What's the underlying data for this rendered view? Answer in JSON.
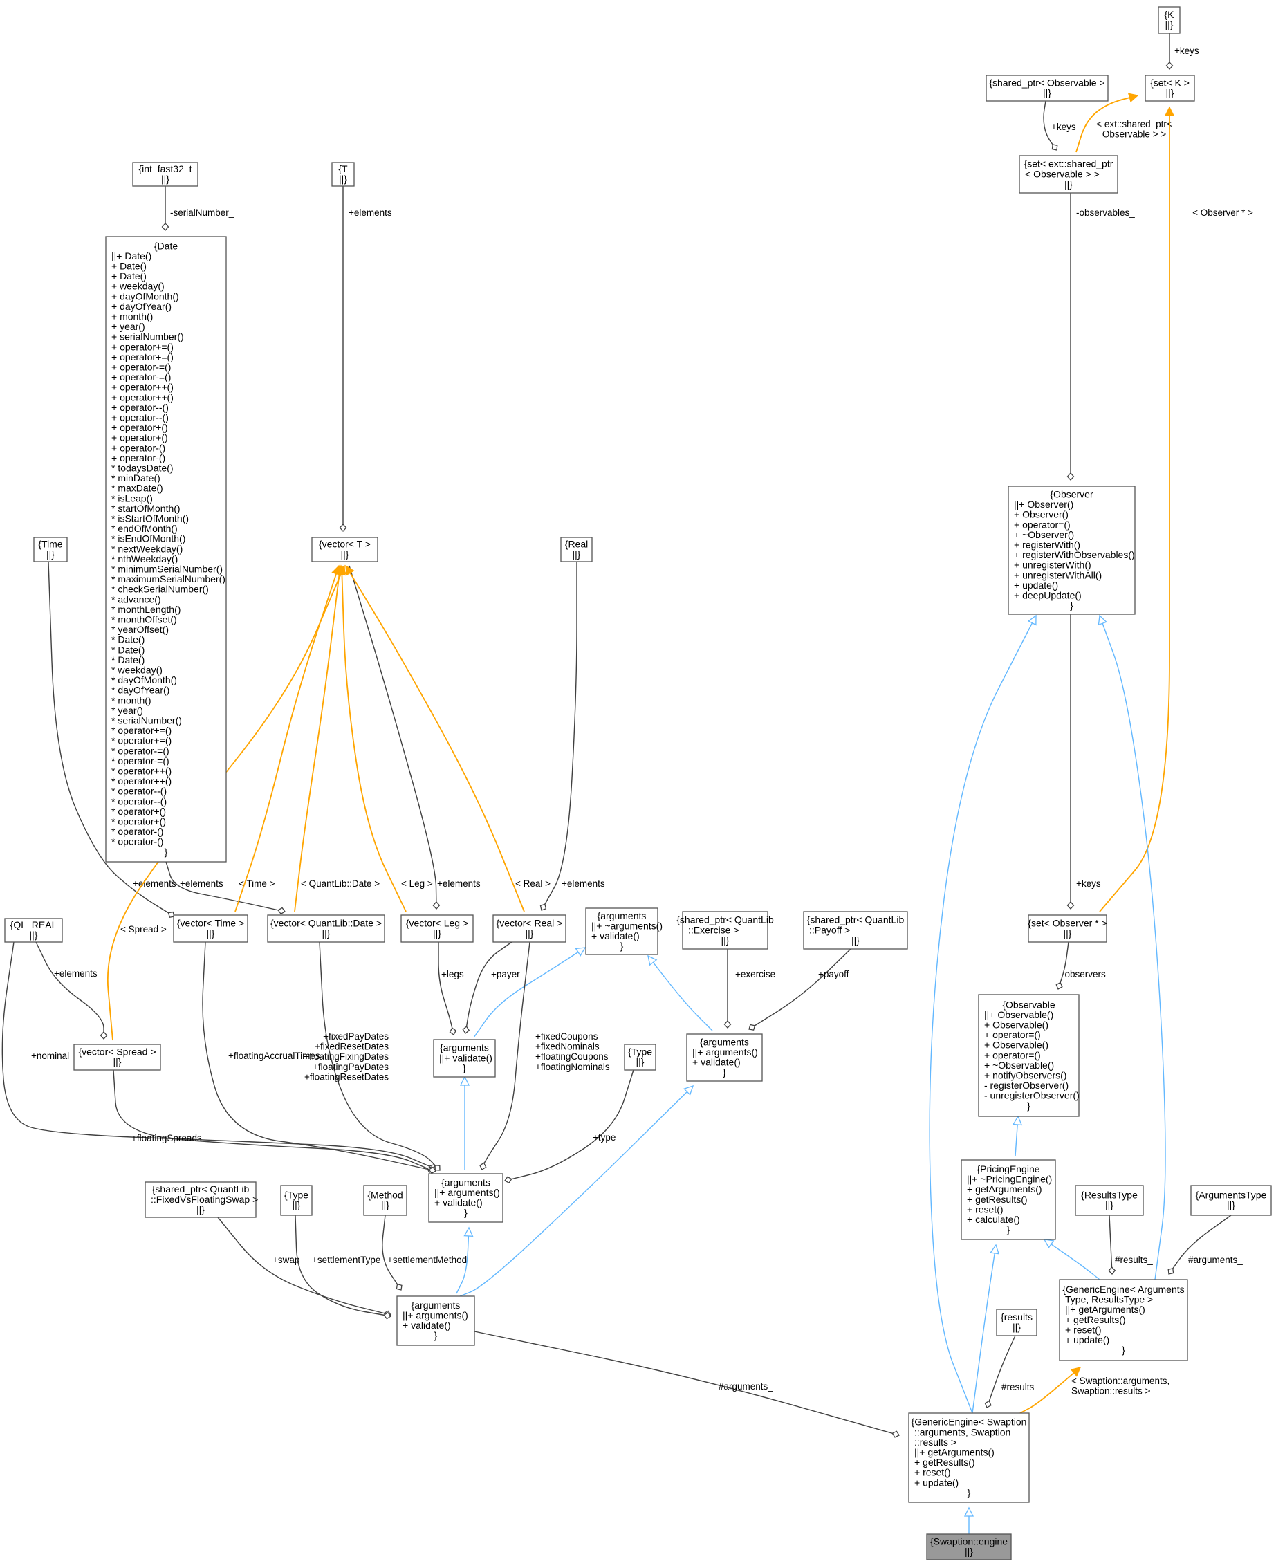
{
  "nodes": [
    {
      "id": "K",
      "lines": [
        "{K",
        "||}"
      ],
      "hl": false
    },
    {
      "id": "setK",
      "lines": [
        "{set< K >",
        "||}"
      ],
      "hl": false
    },
    {
      "id": "spObs",
      "lines": [
        "{shared_ptr< Observable >",
        "||}"
      ],
      "hl": false
    },
    {
      "id": "setExt",
      "lines": [
        "{set< ext::shared_ptr",
        "< Observable > >",
        "||}"
      ],
      "hl": false
    },
    {
      "id": "int32",
      "lines": [
        "{int_fast32_t",
        "||}"
      ],
      "hl": false
    },
    {
      "id": "T",
      "lines": [
        "{T",
        "||}"
      ],
      "hl": false
    },
    {
      "id": "Date",
      "lines": [
        "{Date",
        "||+ Date()",
        "+ Date()",
        "+ Date()",
        "+ weekday()",
        "+ dayOfMonth()",
        "+ dayOfYear()",
        "+ month()",
        "+ year()",
        "+ serialNumber()",
        "+ operator+=()",
        "+ operator+=()",
        "+ operator-=()",
        "+ operator-=()",
        "+ operator++()",
        "+ operator++()",
        "+ operator--()",
        "+ operator--()",
        "+ operator+()",
        "+ operator+()",
        "+ operator-()",
        "+ operator-()",
        "* todaysDate()",
        "* minDate()",
        "* maxDate()",
        "* isLeap()",
        "* startOfMonth()",
        "* isStartOfMonth()",
        "* endOfMonth()",
        "* isEndOfMonth()",
        "* nextWeekday()",
        "* nthWeekday()",
        "* minimumSerialNumber()",
        "* maximumSerialNumber()",
        "* checkSerialNumber()",
        "* advance()",
        "* monthLength()",
        "* monthOffset()",
        "* yearOffset()",
        "* Date()",
        "* Date()",
        "* Date()",
        "* weekday()",
        "* dayOfMonth()",
        "* dayOfYear()",
        "* month()",
        "* year()",
        "* serialNumber()",
        "* operator+=()",
        "* operator+=()",
        "* operator-=()",
        "* operator-=()",
        "* operator++()",
        "* operator++()",
        "* operator--()",
        "* operator--()",
        "* operator+()",
        "* operator+()",
        "* operator-()",
        "* operator-()",
        "}"
      ],
      "hl": false
    },
    {
      "id": "Time",
      "lines": [
        "{Time",
        "||}"
      ],
      "hl": false
    },
    {
      "id": "vecT",
      "lines": [
        "{vector< T >",
        "||}"
      ],
      "hl": false
    },
    {
      "id": "Real",
      "lines": [
        "{Real",
        "||}"
      ],
      "hl": false
    },
    {
      "id": "Observer",
      "lines": [
        "{Observer",
        "||+ Observer()",
        "+ Observer()",
        "+ operator=()",
        "+ ~Observer()",
        "+ registerWith()",
        "+ registerWithObservables()",
        "+ unregisterWith()",
        "+ unregisterWithAll()",
        "+ update()",
        "+ deepUpdate()",
        "}"
      ],
      "hl": false
    },
    {
      "id": "QLREAL",
      "lines": [
        "{QL_REAL",
        "||}"
      ],
      "hl": false
    },
    {
      "id": "vecTime",
      "lines": [
        "{vector< Time >",
        "||}"
      ],
      "hl": false
    },
    {
      "id": "vecDate",
      "lines": [
        "{vector< QuantLib::Date >",
        "||}"
      ],
      "hl": false
    },
    {
      "id": "vecLeg",
      "lines": [
        "{vector< Leg >",
        "||}"
      ],
      "hl": false
    },
    {
      "id": "vecReal",
      "lines": [
        "{vector< Real >",
        "||}"
      ],
      "hl": false
    },
    {
      "id": "argsBase",
      "lines": [
        "{arguments",
        "||+ ~arguments()",
        "+ validate()",
        "}"
      ],
      "hl": false
    },
    {
      "id": "spEx",
      "lines": [
        "{shared_ptr< QuantLib",
        "::Exercise >",
        "||}"
      ],
      "hl": false
    },
    {
      "id": "spPay",
      "lines": [
        "{shared_ptr< QuantLib",
        "::Payoff >",
        "||}"
      ],
      "hl": false
    },
    {
      "id": "setObs",
      "lines": [
        "{set< Observer * >",
        "||}"
      ],
      "hl": false
    },
    {
      "id": "vecSpread",
      "lines": [
        "{vector< Spread >",
        "||}"
      ],
      "hl": false
    },
    {
      "id": "argsSwap",
      "lines": [
        "{arguments",
        "||+ validate()",
        "}"
      ],
      "hl": false
    },
    {
      "id": "argsOpt",
      "lines": [
        "{arguments",
        "||+ arguments()",
        "+ validate()",
        "}"
      ],
      "hl": false
    },
    {
      "id": "Type1",
      "lines": [
        "{Type",
        "||}"
      ],
      "hl": false
    },
    {
      "id": "Observable",
      "lines": [
        "{Observable",
        "||+ Observable()",
        "+ Observable()",
        "+ operator=()",
        "+ Observable()",
        "+ operator=()",
        "+ ~Observable()",
        "+ notifyObservers()",
        "- registerObserver()",
        "- unregisterObserver()",
        "}"
      ],
      "hl": false
    },
    {
      "id": "argsFvF",
      "lines": [
        "{arguments",
        "||+ arguments()",
        "+ validate()",
        "}"
      ],
      "hl": false
    },
    {
      "id": "PricingEngine",
      "lines": [
        "{PricingEngine",
        "||+ ~PricingEngine()",
        "+ getArguments()",
        "+ getResults()",
        "+ reset()",
        "+ calculate()",
        "}"
      ],
      "hl": false
    },
    {
      "id": "ResultsType",
      "lines": [
        "{ResultsType",
        "||}"
      ],
      "hl": false
    },
    {
      "id": "ArgumentsType",
      "lines": [
        "{ArgumentsType",
        "||}"
      ],
      "hl": false
    },
    {
      "id": "spFvF",
      "lines": [
        "{shared_ptr< QuantLib",
        "::FixedVsFloatingSwap >",
        "||}"
      ],
      "hl": false
    },
    {
      "id": "Type2",
      "lines": [
        "{Type",
        "||}"
      ],
      "hl": false
    },
    {
      "id": "Method",
      "lines": [
        "{Method",
        "||}"
      ],
      "hl": false
    },
    {
      "id": "argsSwaption",
      "lines": [
        "{arguments",
        "||+ arguments()",
        "+ validate()",
        "}"
      ],
      "hl": false
    },
    {
      "id": "GenericEngine",
      "lines": [
        "{GenericEngine< Arguments",
        "Type, ResultsType >",
        "||+ getArguments()",
        "+ getResults()",
        "+ reset()",
        "+ update()",
        "}"
      ],
      "hl": false
    },
    {
      "id": "results",
      "lines": [
        "{results",
        "||}"
      ],
      "hl": false
    },
    {
      "id": "GESwaption",
      "lines": [
        "{GenericEngine< Swaption",
        "::arguments, Swaption",
        "::results >",
        "||+ getArguments()",
        "+ getResults()",
        "+ reset()",
        "+ update()",
        "}"
      ],
      "hl": false
    },
    {
      "id": "engine",
      "lines": [
        "{Swaption::engine",
        "||}"
      ],
      "hl": true
    }
  ],
  "edges": [
    {
      "from": "K",
      "to": "setK",
      "kind": "assoc",
      "labels": [
        "+keys"
      ]
    },
    {
      "from": "spObs",
      "to": "setExt",
      "kind": "assoc",
      "labels": [
        "+keys"
      ]
    },
    {
      "from": "setK",
      "to": "setExt",
      "kind": "tmpl",
      "labels": [
        "< ext::shared_ptr<",
        "Observable > >"
      ]
    },
    {
      "from": "setK",
      "to": "setObs",
      "kind": "tmpl",
      "labels": [
        "< Observer * >"
      ]
    },
    {
      "from": "int32",
      "to": "Date",
      "kind": "assoc",
      "labels": [
        "-serialNumber_"
      ]
    },
    {
      "from": "T",
      "to": "vecT",
      "kind": "assoc",
      "labels": [
        "+elements"
      ]
    },
    {
      "from": "setExt",
      "to": "Observer",
      "kind": "assoc",
      "labels": [
        "-observables_"
      ]
    },
    {
      "from": "Observer",
      "to": "setObs",
      "kind": "assoc",
      "labels": [
        "+keys"
      ]
    },
    {
      "from": "Time",
      "to": "vecTime",
      "kind": "assoc",
      "labels": [
        "+elements"
      ]
    },
    {
      "from": "Date",
      "to": "vecDate",
      "kind": "assoc",
      "labels": [
        "+elements"
      ]
    },
    {
      "from": "vecT",
      "to": "vecTime",
      "kind": "tmpl",
      "labels": [
        "< Time >"
      ]
    },
    {
      "from": "vecT",
      "to": "vecDate",
      "kind": "tmpl",
      "labels": [
        "< QuantLib::Date >"
      ]
    },
    {
      "from": "vecT",
      "to": "vecLeg",
      "kind": "tmpl",
      "labels": [
        "< Leg >"
      ]
    },
    {
      "from": "vecT",
      "to": "vecLeg",
      "kind": "assoc",
      "labels": [
        "+elements"
      ]
    },
    {
      "from": "vecT",
      "to": "vecReal",
      "kind": "tmpl",
      "labels": [
        "< Real >"
      ]
    },
    {
      "from": "Real",
      "to": "vecReal",
      "kind": "assoc",
      "labels": [
        "+elements"
      ]
    },
    {
      "from": "vecT",
      "to": "vecSpread",
      "kind": "tmpl",
      "labels": [
        "< Spread >"
      ]
    },
    {
      "from": "QLREAL",
      "to": "vecSpread",
      "kind": "assoc",
      "labels": [
        "+elements"
      ]
    },
    {
      "from": "vecLeg",
      "to": "argsSwap",
      "kind": "assoc",
      "labels": [
        "+legs"
      ]
    },
    {
      "from": "vecReal",
      "to": "argsSwap",
      "kind": "assoc",
      "labels": [
        "+payer"
      ]
    },
    {
      "from": "argsBase",
      "to": "argsSwap",
      "kind": "inherit",
      "labels": []
    },
    {
      "from": "argsBase",
      "to": "argsOpt",
      "kind": "inherit",
      "labels": []
    },
    {
      "from": "spEx",
      "to": "argsOpt",
      "kind": "assoc",
      "labels": [
        "+exercise"
      ]
    },
    {
      "from": "spPay",
      "to": "argsOpt",
      "kind": "assoc",
      "labels": [
        "+payoff"
      ]
    },
    {
      "from": "setObs",
      "to": "Observable",
      "kind": "assoc",
      "labels": [
        "-observers_"
      ]
    },
    {
      "from": "QLREAL",
      "to": "argsFvF",
      "kind": "assoc",
      "labels": [
        "+nominal"
      ]
    },
    {
      "from": "vecSpread",
      "to": "argsFvF",
      "kind": "assoc",
      "labels": [
        "+floatingSpreads"
      ]
    },
    {
      "from": "vecTime",
      "to": "argsFvF",
      "kind": "assoc",
      "labels": [
        "+floatingAccrualTimes"
      ]
    },
    {
      "from": "vecDate",
      "to": "argsFvF",
      "kind": "assoc",
      "labels": [
        "+fixedPayDates",
        "+fixedResetDates",
        "+floatingFixingDates",
        "+floatingPayDates",
        "+floatingResetDates"
      ]
    },
    {
      "from": "vecReal",
      "to": "argsFvF",
      "kind": "assoc",
      "labels": [
        "+fixedCoupons",
        "+fixedNominals",
        "+floatingCoupons",
        "+floatingNominals"
      ]
    },
    {
      "from": "Type1",
      "to": "argsFvF",
      "kind": "assoc",
      "labels": [
        "+type"
      ]
    },
    {
      "from": "argsSwap",
      "to": "argsFvF",
      "kind": "inherit",
      "labels": []
    },
    {
      "from": "Observable",
      "to": "PricingEngine",
      "kind": "inherit",
      "labels": []
    },
    {
      "from": "PricingEngine",
      "to": "GenericEngine",
      "kind": "inherit",
      "labels": []
    },
    {
      "from": "Observer",
      "to": "GenericEngine",
      "kind": "inherit",
      "labels": []
    },
    {
      "from": "ResultsType",
      "to": "GenericEngine",
      "kind": "assoc",
      "labels": [
        "#results_"
      ]
    },
    {
      "from": "ArgumentsType",
      "to": "GenericEngine",
      "kind": "assoc",
      "labels": [
        "#arguments_"
      ]
    },
    {
      "from": "spFvF",
      "to": "argsSwaption",
      "kind": "assoc",
      "labels": [
        "+swap"
      ]
    },
    {
      "from": "Type2",
      "to": "argsSwaption",
      "kind": "assoc",
      "labels": [
        "+settlementType"
      ]
    },
    {
      "from": "Method",
      "to": "argsSwaption",
      "kind": "assoc",
      "labels": [
        "+settlementMethod"
      ]
    },
    {
      "from": "argsFvF",
      "to": "argsSwaption",
      "kind": "inherit",
      "labels": []
    },
    {
      "from": "argsOpt",
      "to": "argsSwaption",
      "kind": "inherit",
      "labels": []
    },
    {
      "from": "argsSwaption",
      "to": "GESwaption",
      "kind": "assoc",
      "labels": [
        "#arguments_"
      ]
    },
    {
      "from": "results",
      "to": "GESwaption",
      "kind": "assoc",
      "labels": [
        "#results_"
      ]
    },
    {
      "from": "GenericEngine",
      "to": "GESwaption",
      "kind": "tmpl",
      "labels": [
        "< Swaption::arguments,",
        "Swaption::results >"
      ]
    },
    {
      "from": "PricingEngine",
      "to": "GESwaption",
      "kind": "inherit",
      "labels": []
    },
    {
      "from": "Observer",
      "to": "GESwaption",
      "kind": "inherit",
      "labels": []
    },
    {
      "from": "GESwaption",
      "to": "engine",
      "kind": "inherit",
      "labels": []
    }
  ]
}
